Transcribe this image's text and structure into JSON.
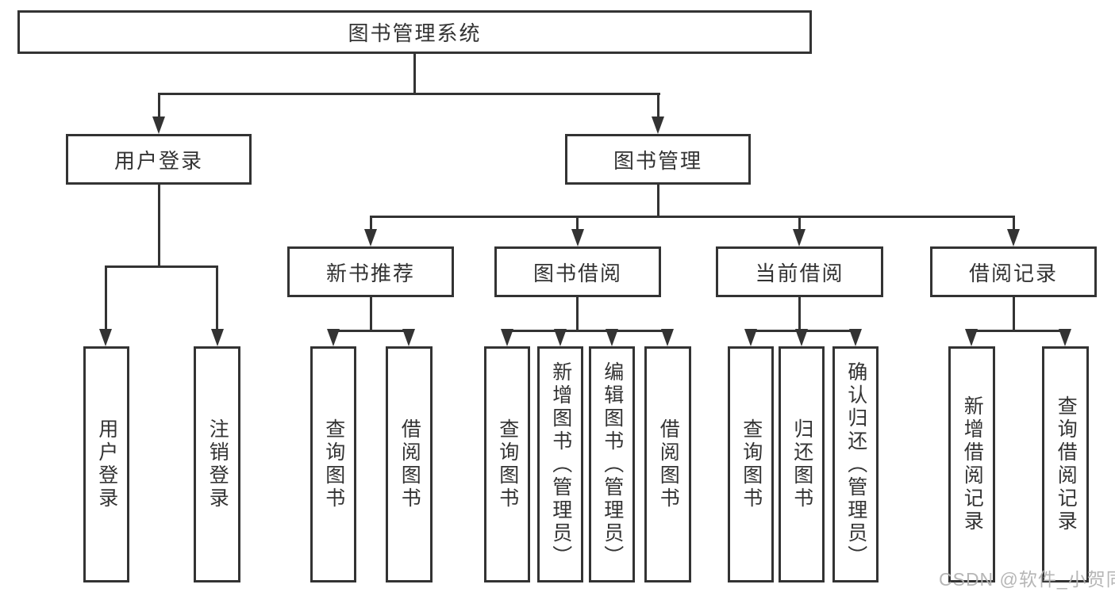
{
  "diagram": {
    "title_node": {
      "label": "图书管理系统"
    },
    "level2": {
      "user_login": {
        "label": "用户登录"
      },
      "book_management": {
        "label": "图书管理"
      }
    },
    "level3": {
      "new_book_recommend": {
        "label": "新书推荐"
      },
      "book_borrow": {
        "label": "图书借阅"
      },
      "current_borrow": {
        "label": "当前借阅"
      },
      "borrow_records": {
        "label": "借阅记录"
      }
    },
    "leaves": {
      "user_login_group": [
        {
          "label": "用户登录"
        },
        {
          "label": "注销登录"
        }
      ],
      "new_book_group": [
        {
          "label": "查询图书"
        },
        {
          "label": "借阅图书"
        }
      ],
      "book_borrow_group": [
        {
          "label": "查询图书"
        },
        {
          "label": "新增图书（管理员）"
        },
        {
          "label": "编辑图书（管理员）"
        },
        {
          "label": "借阅图书"
        }
      ],
      "current_borrow_group": [
        {
          "label": "查询图书"
        },
        {
          "label": "归还图书"
        },
        {
          "label": "确认归还（管理员）"
        }
      ],
      "records_group": [
        {
          "label": "新增借阅记录"
        },
        {
          "label": "查询借阅记录"
        }
      ]
    },
    "colors": {
      "line": "#333333",
      "text": "#333333",
      "background": "#ffffff",
      "watermark": "#b2b2b2"
    },
    "watermark_text": "CSDN @软件_小贺同学"
  }
}
